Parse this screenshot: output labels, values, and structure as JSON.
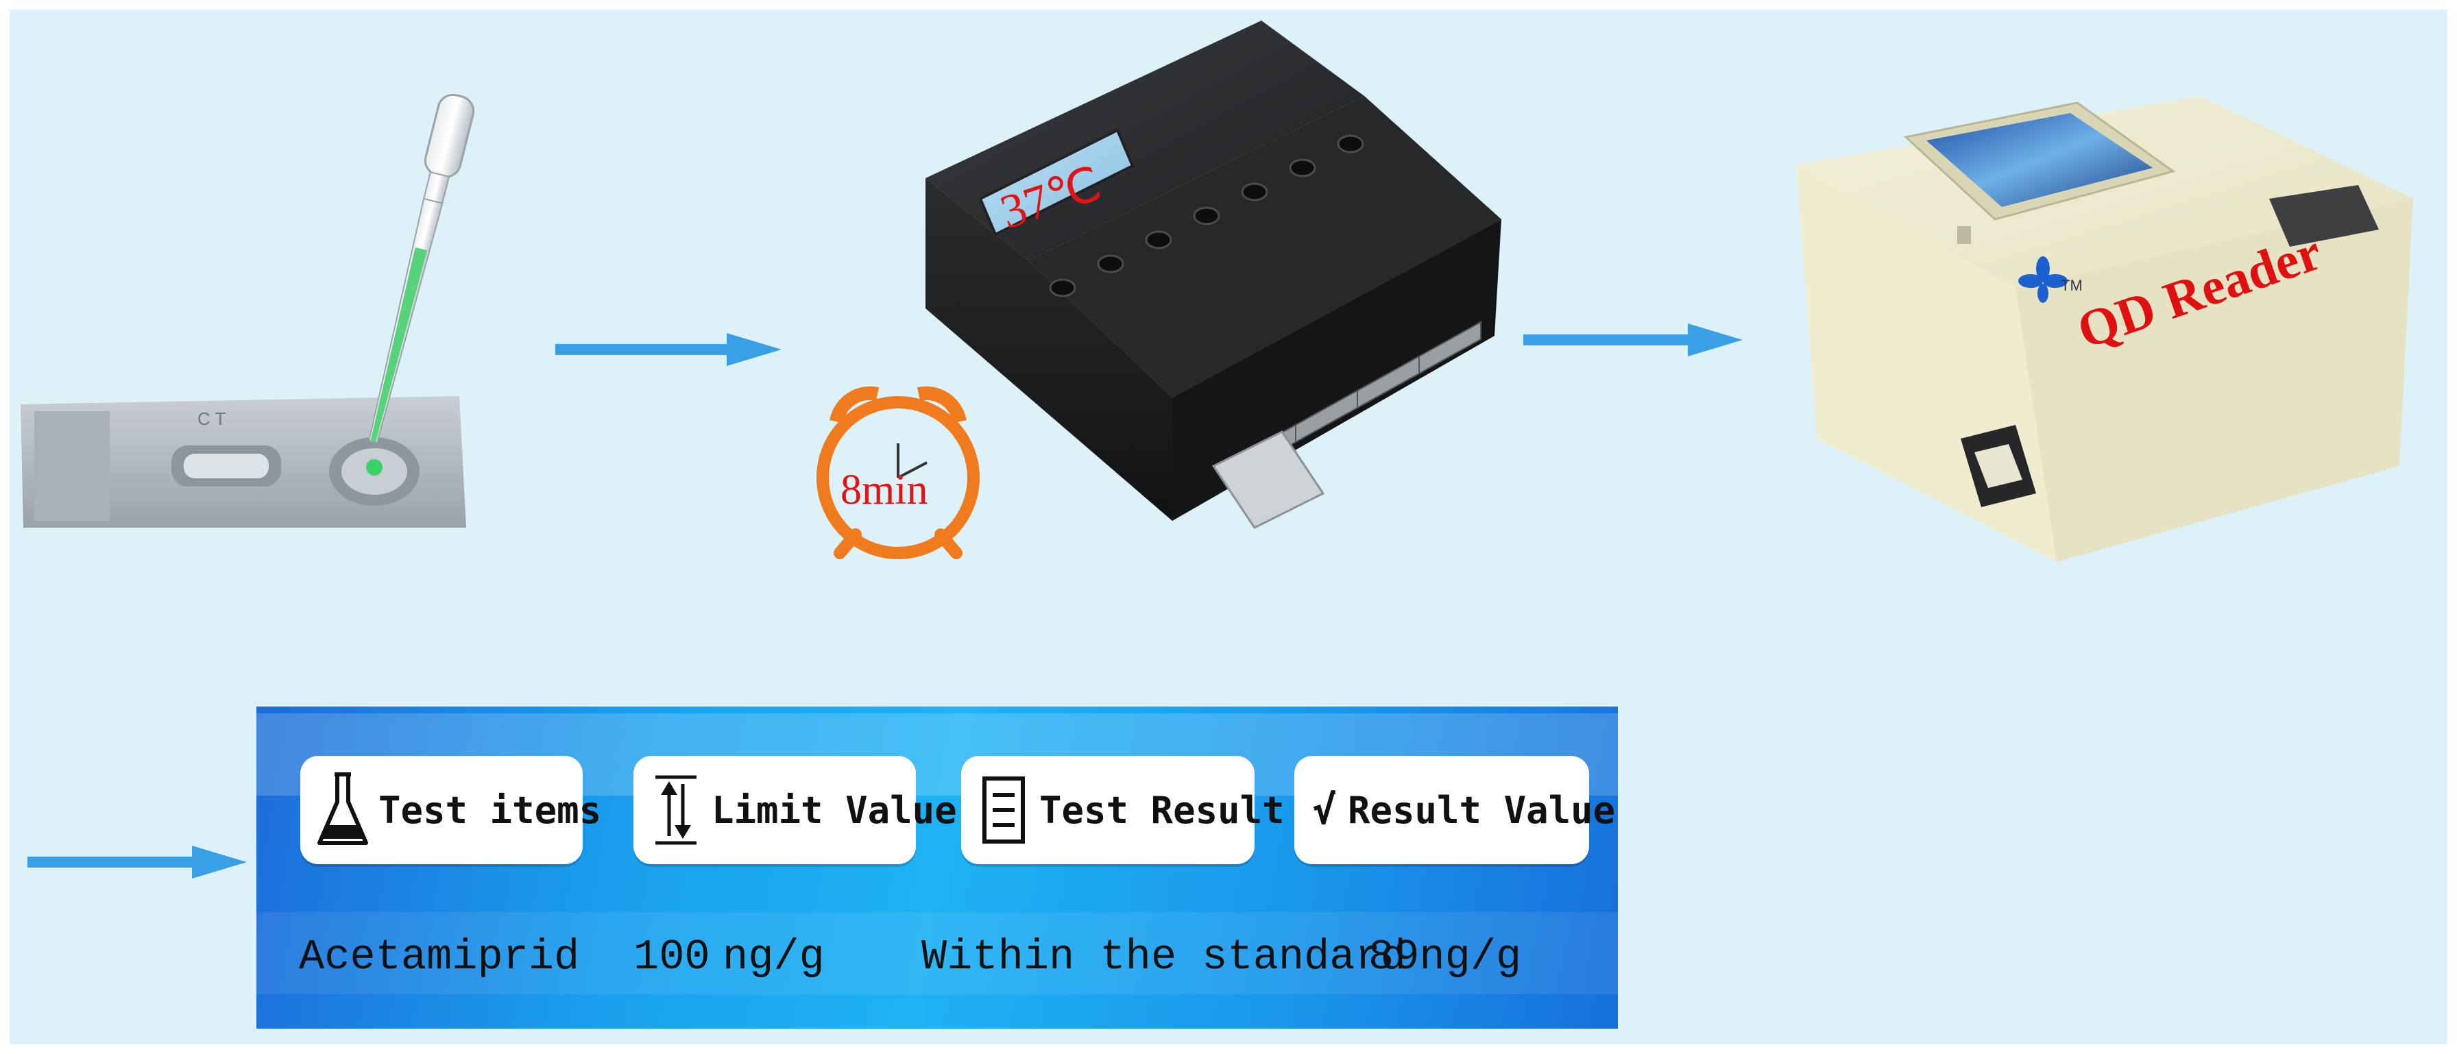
{
  "incubator": {
    "temperature": "37℃"
  },
  "timer": {
    "duration": "8min"
  },
  "reader": {
    "label": "QD Reader",
    "trademark": "TM"
  },
  "results": {
    "buttons": [
      {
        "label": "Test items",
        "icon": "flask-icon"
      },
      {
        "label": "Limit Value",
        "icon": "limit-arrows-icon"
      },
      {
        "label": "Test Result",
        "icon": "checklist-icon"
      },
      {
        "label": "Result Value",
        "icon": "check-mark-icon"
      }
    ],
    "values": {
      "test_item": "Acetamiprid",
      "limit_number": "100",
      "limit_unit": "ng/g",
      "test_result": "Within the standard",
      "result_value": "89ng/g"
    },
    "check_glyph": "√"
  },
  "colors": {
    "background": "#dcf2f8",
    "arrow": "#3aa0e6",
    "timer": "#f07b1e",
    "label_red": "#e01010",
    "panel_blue": "#1aa0ee"
  }
}
